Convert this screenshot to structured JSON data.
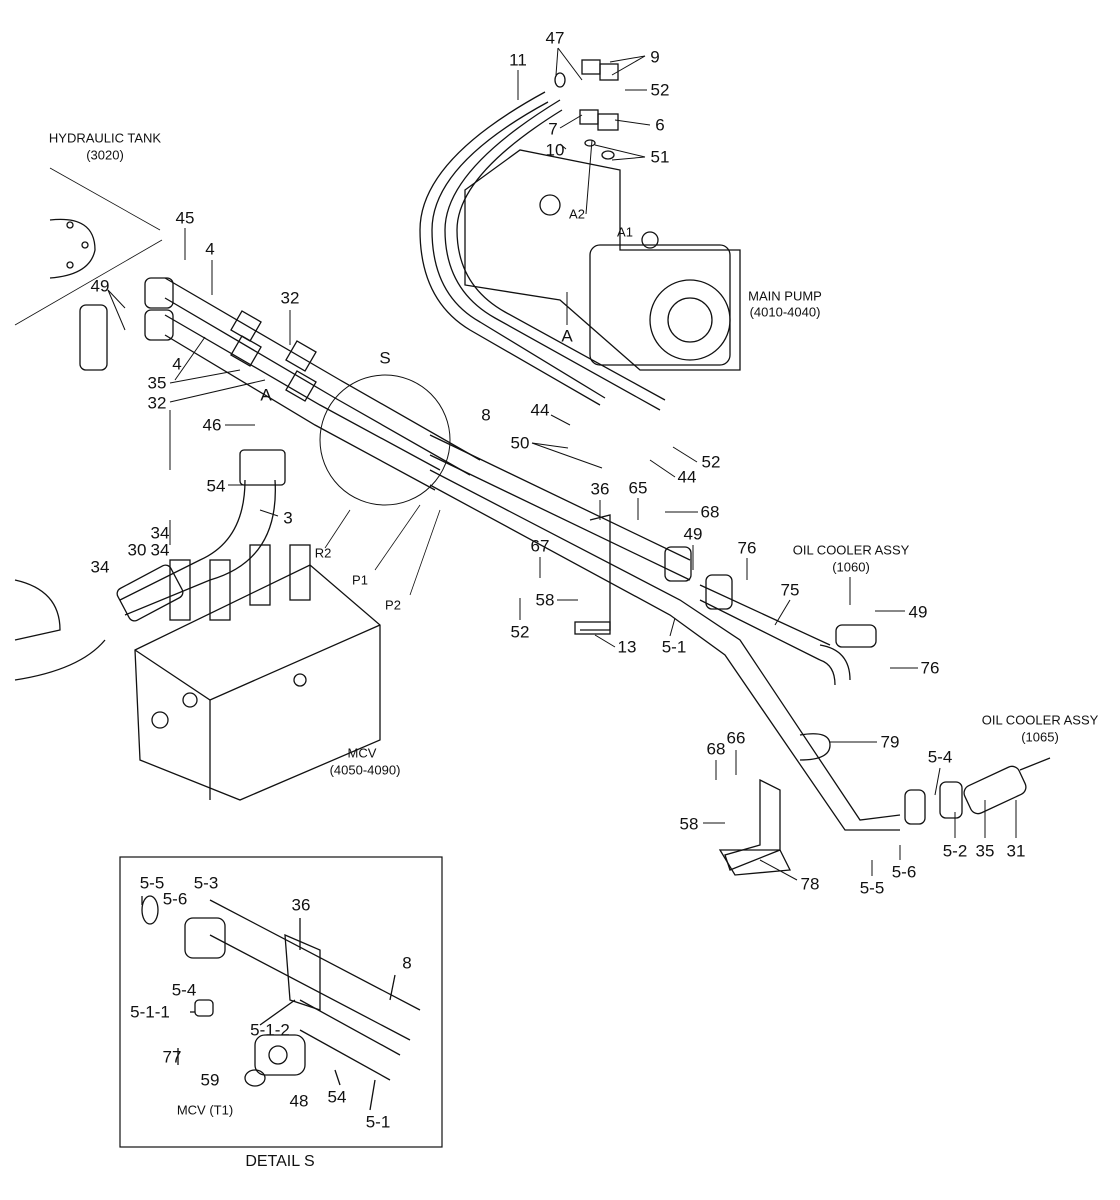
{
  "annotations": {
    "hydraulic_tank": {
      "name": "HYDRAULIC TANK",
      "code": "(3020)"
    },
    "main_pump": {
      "name": "MAIN PUMP",
      "code": "(4010-4040)"
    },
    "mcv": {
      "name": "MCV",
      "code": "(4050-4090)"
    },
    "oil_cooler_1": {
      "name": "OIL COOLER ASSY",
      "code": "(1060)"
    },
    "oil_cooler_2": {
      "name": "OIL COOLER ASSY",
      "code": "(1065)"
    },
    "ports": {
      "a2": "A2",
      "a1": "A1",
      "a_pump": "A",
      "a_flange": "A",
      "r2": "R2",
      "p1": "P1",
      "p2": "P2",
      "s": "S"
    },
    "detail_title": "DETAIL  S",
    "detail_mcv_t1": "MCV (T1)"
  },
  "callouts": [
    "45",
    "4",
    "49",
    "32",
    "4",
    "35",
    "32",
    "46",
    "54",
    "3",
    "34",
    "30",
    "34",
    "34",
    "11",
    "47",
    "9",
    "52",
    "7",
    "6",
    "10",
    "51",
    "8",
    "44",
    "50",
    "52",
    "44",
    "36",
    "65",
    "68",
    "67",
    "49",
    "76",
    "58",
    "75",
    "49",
    "52",
    "13",
    "5-1",
    "76",
    "68",
    "66",
    "79",
    "5-4",
    "58",
    "5-2",
    "35",
    "31",
    "78",
    "5-5",
    "5-6"
  ],
  "detail_callouts": [
    "5-5",
    "5-6",
    "5-3",
    "36",
    "8",
    "5-4",
    "5-1-1",
    "5-1-2",
    "77",
    "59",
    "54",
    "48",
    "5-1"
  ]
}
